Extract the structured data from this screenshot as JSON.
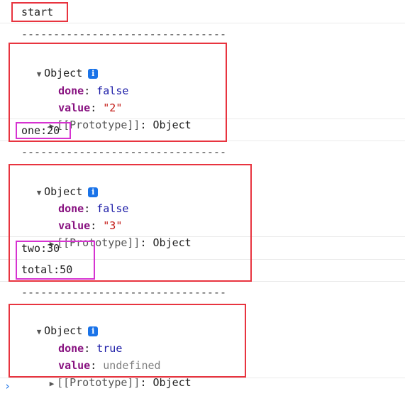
{
  "console": {
    "start": "start",
    "separator": "--------------------------------",
    "object_label": "Object",
    "info_badge": "i",
    "done_key": "done",
    "value_key": "value",
    "prototype_label": "[[Prototype]]",
    "prototype_value": "Object",
    "colon": ":",
    "blocks": [
      {
        "done": "false",
        "value": "\"2\""
      },
      {
        "done": "false",
        "value": "\"3\""
      },
      {
        "done": "true",
        "value": "undefined"
      }
    ],
    "logs": {
      "one": "one:20",
      "two": "two:30",
      "total": "total:50"
    },
    "prompt_symbol": "›"
  },
  "colors": {
    "highlight_red": "#e8343f",
    "highlight_magenta": "#d633d1",
    "key_purple": "#881280",
    "keyword_blue": "#1a1aa6",
    "string_red": "#c41a16",
    "info_blue": "#1a73e8"
  }
}
